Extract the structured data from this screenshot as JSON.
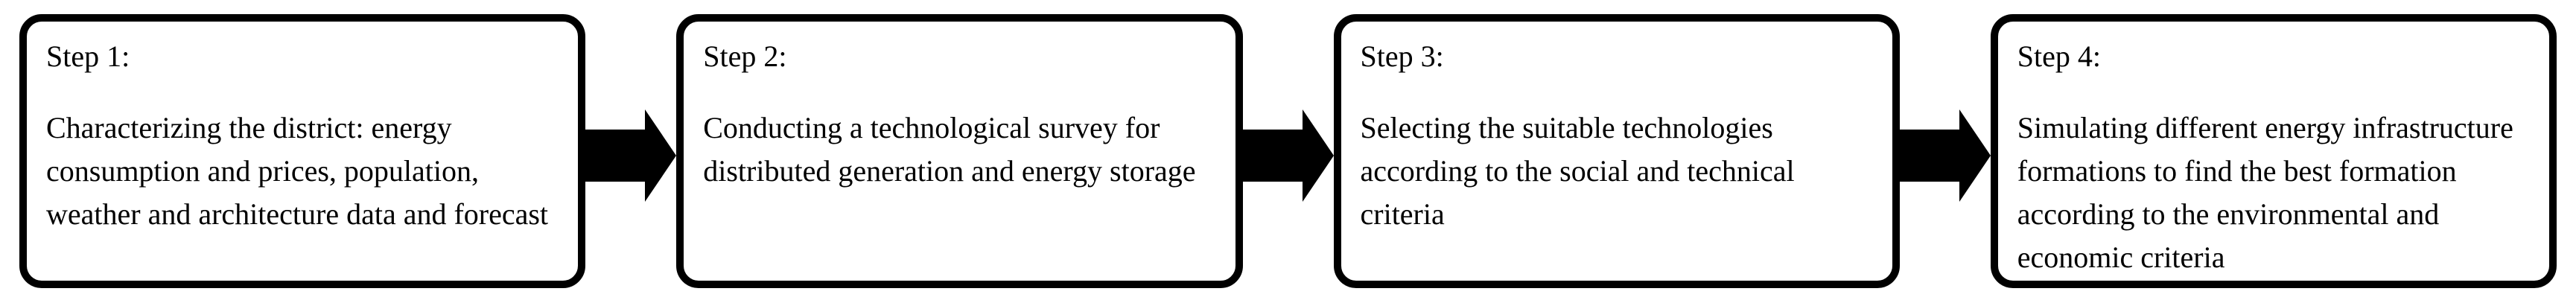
{
  "flow": {
    "colors": {
      "box_border": "#000000",
      "box_fill": "#ffffff",
      "text": "#000000",
      "arrow": "#000000",
      "background": "#ffffff"
    },
    "steps": [
      {
        "title": "Step 1:",
        "description": "Characterizing the district: energy consumption and prices, population, weather and architecture data and forecast"
      },
      {
        "title": "Step 2:",
        "description": "Conducting a technological survey for distributed generation and energy storage"
      },
      {
        "title": "Step 3:",
        "description": "Selecting the suitable technologies according to the social and technical criteria"
      },
      {
        "title": "Step 4:",
        "description": "Simulating different energy infrastructure formations to find the best formation according to the environmental and economic criteria"
      }
    ]
  }
}
